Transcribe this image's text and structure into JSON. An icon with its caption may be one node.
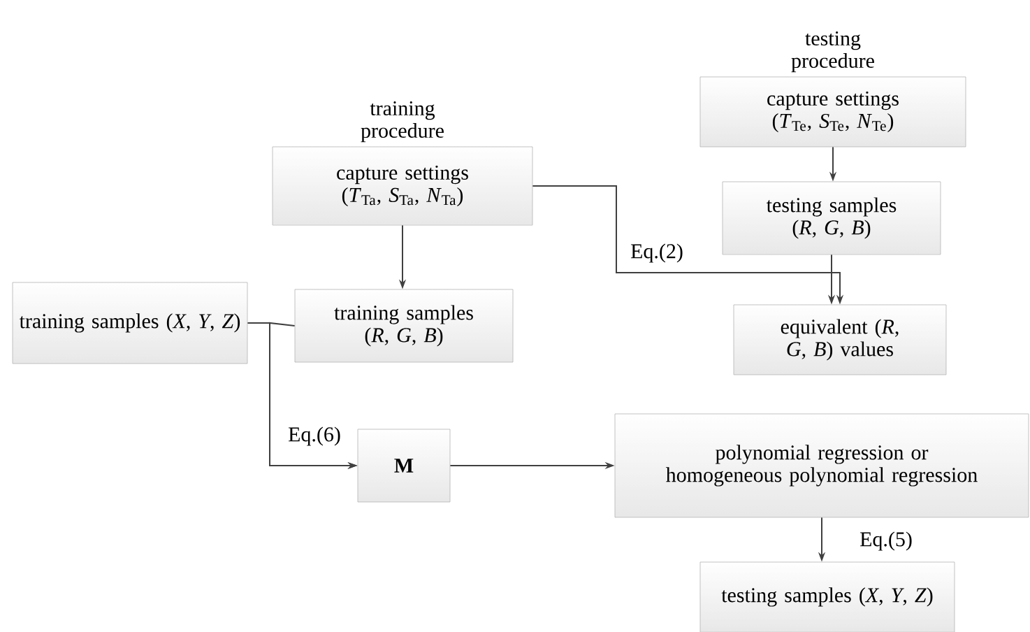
{
  "diagram": {
    "nodes": [
      {
        "text": [
          "training procedure",
          "capture settings (*T*$_{Ta}$, *S*$_{Ta}$, *N*$_{Ta}$)"
        ]
      },
      {
        "text": [
          "testing procedure",
          "capture settings (*T*$_{Te}$, *S*$_{Te}$, *N*$_{Te}$)"
        ]
      },
      {
        "text": [
          "training samples (*X*, *Y*, *Z*)"
        ]
      },
      {
        "text": [
          "training samples (*R*, *G*, *B*)"
        ]
      },
      {
        "text": [
          "testing samples (*R*, *G*, *B*)"
        ]
      },
      {
        "text": [
          "equivalent (*R*, *G*, *B*) values"
        ]
      },
      {
        "text": [
          "**M**"
        ]
      },
      {
        "text": [
          "polynomial regression or homogeneous polynomial regression"
        ]
      },
      {
        "text": [
          "testing samples (*X*, *Y*, *Z*)"
        ]
      }
    ],
    "edges": [
      {
        "from": 0,
        "to": 3,
        "arrow": "to"
      },
      {
        "from": 1,
        "to": 4,
        "arrow": "to"
      },
      {
        "from": 4,
        "to": 5,
        "arrow": "to"
      },
      {
        "from": 0,
        "to": 5,
        "arrow": "to",
        "label": "Eq.(2)"
      },
      {
        "from": 2,
        "to": 6,
        "arrow": "to",
        "label": "Eq.(6)"
      },
      {
        "from": 3,
        "to": 6,
        "arrow": "to"
      },
      {
        "from": 6,
        "to": 7,
        "arrow": "to"
      },
      {
        "from": 7,
        "to": 8,
        "arrow": "to",
        "label": "Eq.(5)"
      }
    ]
  }
}
